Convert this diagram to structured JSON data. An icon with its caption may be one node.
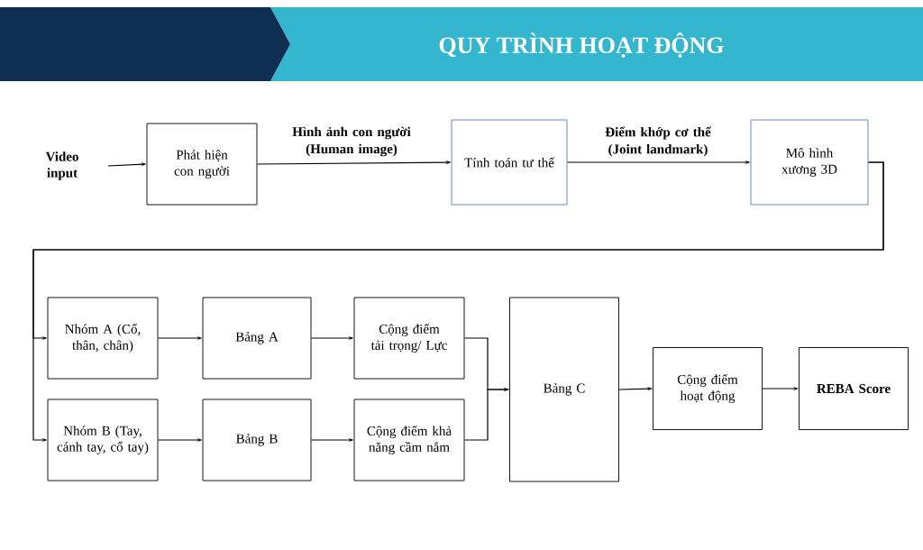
{
  "diagram": {
    "title": "QUY TRÌNH HOẠT ĐỘNG",
    "nodes": [
      {
        "text": [
          "Video input"
        ]
      },
      {
        "text": [
          "Phát hiện con người"
        ]
      },
      {
        "text": [
          "Tính toán tư thế"
        ]
      },
      {
        "text": [
          "Mô hình xương 3D"
        ]
      },
      {
        "text": [
          "Nhóm A (Cổ, thân, chân)"
        ]
      },
      {
        "text": [
          "Bảng A"
        ]
      },
      {
        "text": [
          "Cộng điểm tải trọng/ Lực"
        ]
      },
      {
        "text": [
          "Nhóm B (Tay, cánh tay, cổ tay)"
        ]
      },
      {
        "text": [
          "Bảng B"
        ]
      },
      {
        "text": [
          "Cộng điểm khả năng cầm nắm"
        ]
      },
      {
        "text": [
          "Bảng C"
        ]
      },
      {
        "text": [
          "Cộng điểm hoạt động"
        ]
      },
      {
        "text": [
          "REBA Score"
        ]
      }
    ],
    "edges": [
      {
        "from": 0,
        "to": 1,
        "arrow": "to"
      },
      {
        "from": 1,
        "to": 2,
        "arrow": "to",
        "label": "Hình ảnh con người (Human image)"
      },
      {
        "from": 2,
        "to": 3,
        "arrow": "to",
        "label": "Điểm khớp cơ thể (Joint landmark)"
      },
      {
        "from": 3,
        "to": 4,
        "arrow": "to"
      },
      {
        "from": 3,
        "to": 7,
        "arrow": "to"
      },
      {
        "from": 4,
        "to": 5,
        "arrow": "to"
      },
      {
        "from": 5,
        "to": 6,
        "arrow": "to"
      },
      {
        "from": 7,
        "to": 8,
        "arrow": "to"
      },
      {
        "from": 8,
        "to": 9,
        "arrow": "to"
      },
      {
        "from": 6,
        "to": 10,
        "arrow": "to"
      },
      {
        "from": 9,
        "to": 10,
        "arrow": "to"
      },
      {
        "from": 10,
        "to": 11,
        "arrow": "to"
      },
      {
        "from": 11,
        "to": 12,
        "arrow": "to"
      }
    ]
  }
}
